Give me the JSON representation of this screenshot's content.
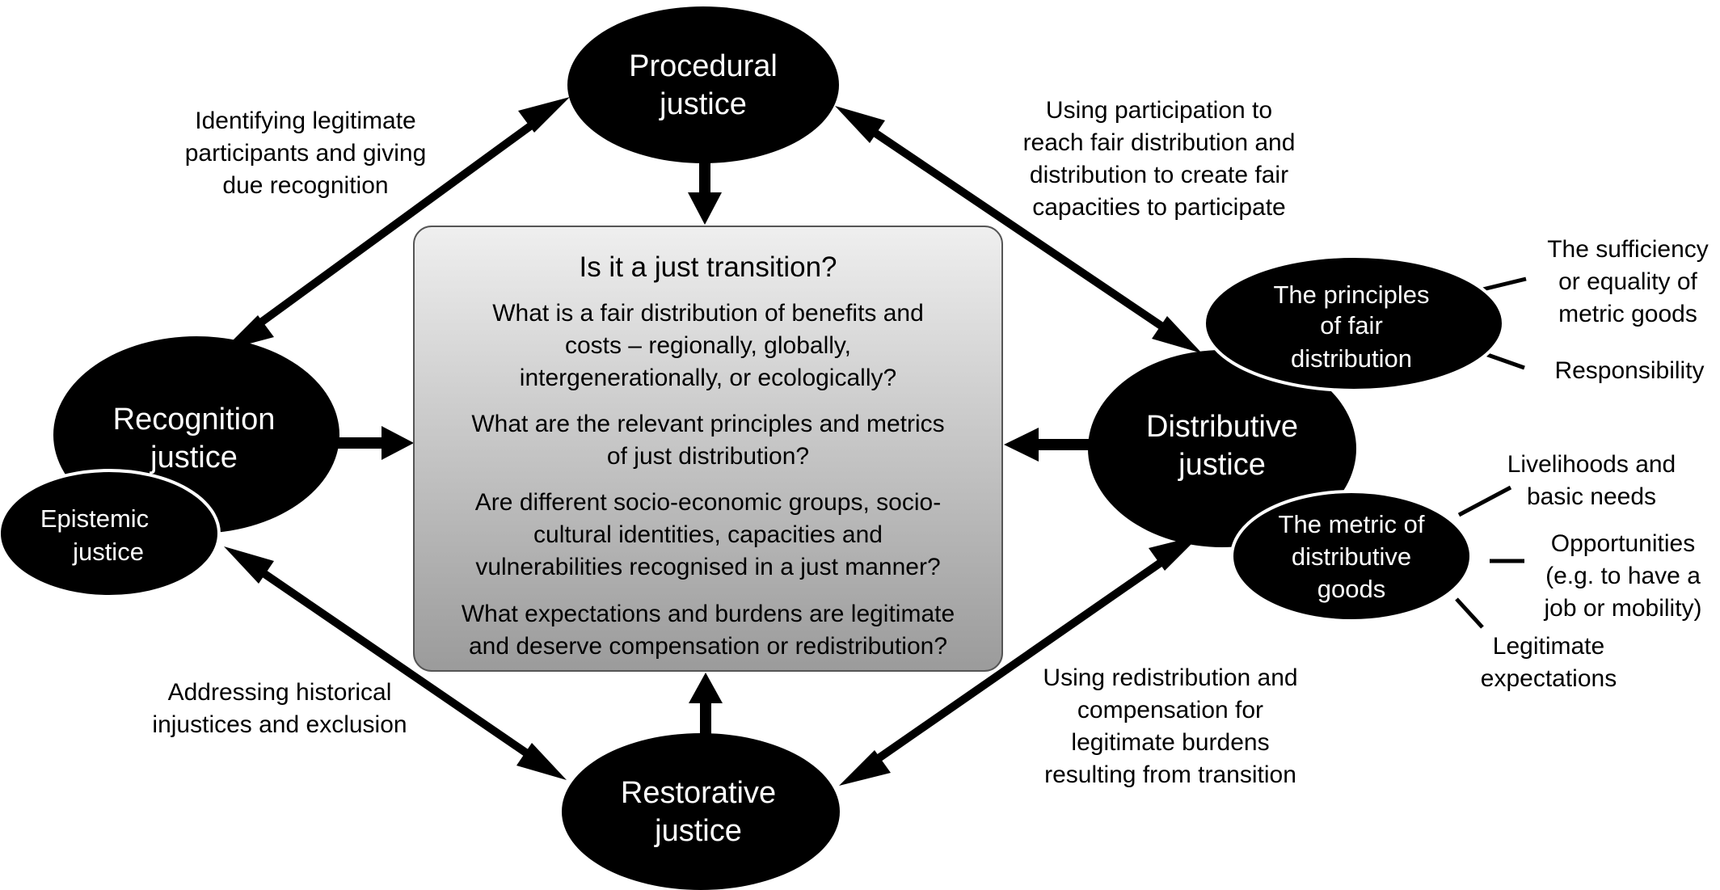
{
  "center": {
    "title": "Is it a just transition?",
    "questions": [
      [
        "What is a fair distribution of benefits and",
        "costs – regionally, globally,",
        "intergenerationally, or ecologically?"
      ],
      [
        "What are the relevant principles and metrics",
        "of just distribution?"
      ],
      [
        "Are different socio-economic groups, socio-",
        "cultural identities, capacities and",
        "vulnerabilities recognised in a just manner?"
      ],
      [
        "What expectations and burdens are legitimate",
        "and deserve compensation or redistribution?"
      ]
    ]
  },
  "nodes": {
    "procedural": [
      "Procedural",
      "justice"
    ],
    "recognition": [
      "Recognition",
      "justice"
    ],
    "epistemic": [
      "Epistemic",
      "justice"
    ],
    "distributive": [
      "Distributive",
      "justice"
    ],
    "restorative": [
      "Restorative",
      "justice"
    ],
    "principles": [
      "The principles",
      "of fair",
      "distribution"
    ],
    "metric": [
      "The metric of",
      "distributive",
      "goods"
    ]
  },
  "edge_labels": {
    "procedural_recognition": [
      "Identifying legitimate",
      "participants and  giving",
      "due recognition"
    ],
    "procedural_distributive": [
      "Using participation to",
      "reach fair distribution and",
      "distribution to create fair",
      "capacities to participate"
    ],
    "recognition_restorative": [
      "Addressing historical",
      "injustices and exclusion"
    ],
    "distributive_restorative": [
      "Using redistribution and",
      "compensation for",
      "legitimate burdens",
      "resulting from transition"
    ]
  },
  "leaves": {
    "sufficiency": [
      "The sufficiency",
      "or equality of",
      "metric goods"
    ],
    "responsibility": [
      "Responsibility"
    ],
    "livelihoods": [
      "Livelihoods and",
      "basic needs"
    ],
    "opportunities": [
      "Opportunities",
      "(e.g. to have a",
      "job or mobility)"
    ],
    "expectations": [
      "Legitimate",
      "expectations"
    ]
  },
  "colors": {
    "node_fill": "#000000",
    "node_text": "#ffffff",
    "box_gradient_top": "#efefef",
    "box_gradient_bottom": "#9b9b9b",
    "box_border": "#555555"
  }
}
